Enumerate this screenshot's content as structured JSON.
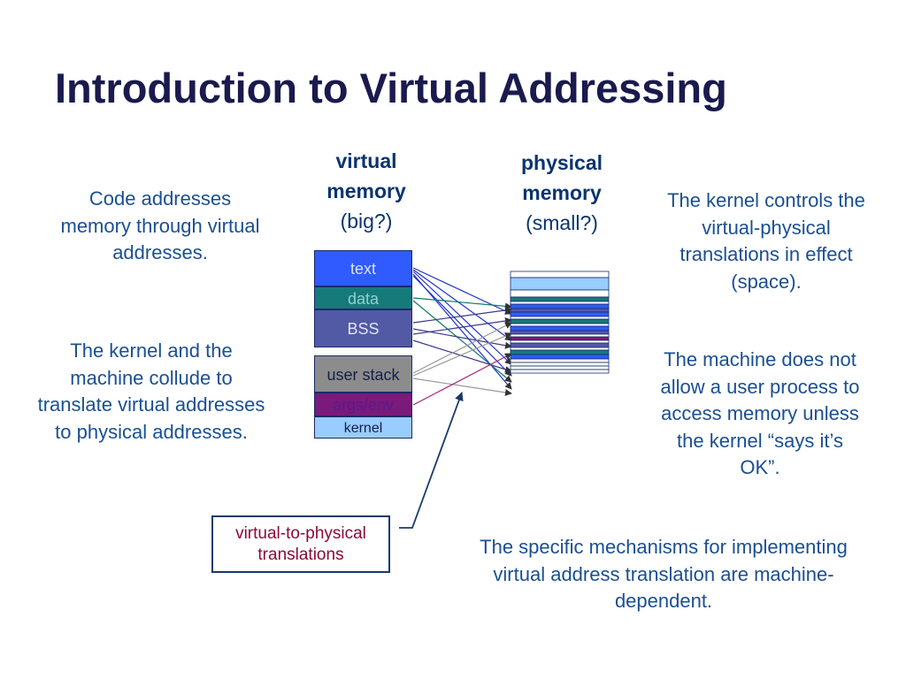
{
  "slide": {
    "title": "Introduction to Virtual Addressing"
  },
  "headers": {
    "virtual": {
      "line1": "virtual",
      "line2": "memory",
      "line3": "(big?)"
    },
    "physical": {
      "line1": "physical",
      "line2": "memory",
      "line3": "(small?)"
    }
  },
  "notes": {
    "code": "Code addresses memory through virtual addresses.",
    "collude": "The kernel and the machine collude to translate virtual addresses to physical addresses.",
    "controls": "The kernel controls the virtual-physical translations in effect (space).",
    "machine": "The machine does not allow a user process to access memory unless the kernel “says it’s OK”.",
    "specific": "The specific mechanisms for implementing virtual address translation are machine-dependent."
  },
  "segments": [
    {
      "label": "text",
      "color": "#2f5bff",
      "text_color": "#d8e4ff"
    },
    {
      "label": "data",
      "color": "#167a7a",
      "text_color": "#8fd0d0"
    },
    {
      "label": "BSS",
      "color": "#535aa5",
      "text_color": "#e0e4ff"
    },
    {
      "label": "user stack",
      "color": "#8c8c8c",
      "text_color": "#15204e"
    },
    {
      "label": "args/env",
      "color": "#7a1a7a",
      "text_color": "#5a1a8a"
    },
    {
      "label": "kernel",
      "color": "#99ccff",
      "text_color": "#15204e"
    }
  ],
  "physical_colors": {
    "white": "#ffffff",
    "light": "#99ccff",
    "teal": "#167a7a",
    "blue": "#2f5bff",
    "slate": "#535aa5",
    "purple": "#7a1a7a",
    "gray": "#8c8c8c"
  },
  "callout": {
    "line1": "virtual-to-physical",
    "line2": "translations"
  }
}
